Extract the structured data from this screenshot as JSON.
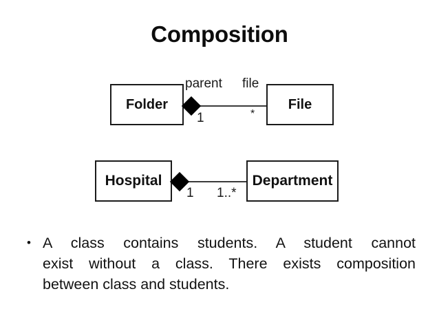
{
  "slide": {
    "title": "Composition",
    "background_color": "#ffffff",
    "text_color": "#111111"
  },
  "diagrams": [
    {
      "name": "folder-file",
      "type": "uml-composition",
      "whole": {
        "label": "Folder",
        "multiplicity": "1",
        "role": "parent"
      },
      "part": {
        "label": "File",
        "multiplicity": "*",
        "role": "file"
      },
      "diamond": "filled",
      "diamond_color": "#000000"
    },
    {
      "name": "hospital-department",
      "type": "uml-composition",
      "whole": {
        "label": "Hospital",
        "multiplicity": "1",
        "role": ""
      },
      "part": {
        "label": "Department",
        "multiplicity": "1..*",
        "role": ""
      },
      "diamond": "filled",
      "diamond_color": "#000000"
    }
  ],
  "body": {
    "bullet_glyph": "•",
    "lines": [
      "A class contains students. A student cannot",
      "exist without a class. There exists composition",
      "between class and students."
    ],
    "full_text": "A class contains students. A student cannot exist without a class. There exists composition between class and students."
  }
}
